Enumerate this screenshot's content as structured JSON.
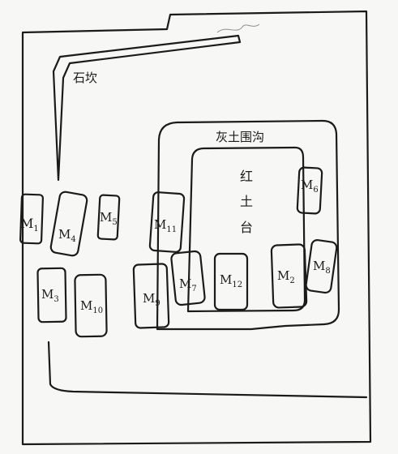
{
  "labels": {
    "stone_ridge": "石坎",
    "ash_trench": "灰土围沟",
    "red_platform": [
      "红",
      "土",
      "台"
    ]
  },
  "graves": [
    {
      "id": "M1",
      "base": "M",
      "sub": "1"
    },
    {
      "id": "M2",
      "base": "M",
      "sub": "2"
    },
    {
      "id": "M3",
      "base": "M",
      "sub": "3"
    },
    {
      "id": "M4",
      "base": "M",
      "sub": "4"
    },
    {
      "id": "M5",
      "base": "M",
      "sub": "5"
    },
    {
      "id": "M6",
      "base": "M",
      "sub": "6"
    },
    {
      "id": "M7",
      "base": "M",
      "sub": "7"
    },
    {
      "id": "M8",
      "base": "M",
      "sub": "8"
    },
    {
      "id": "M9",
      "base": "M",
      "sub": "9"
    },
    {
      "id": "M10",
      "base": "M",
      "sub": "10"
    },
    {
      "id": "M11",
      "base": "M",
      "sub": "11"
    },
    {
      "id": "M12",
      "base": "M",
      "sub": "12"
    }
  ]
}
